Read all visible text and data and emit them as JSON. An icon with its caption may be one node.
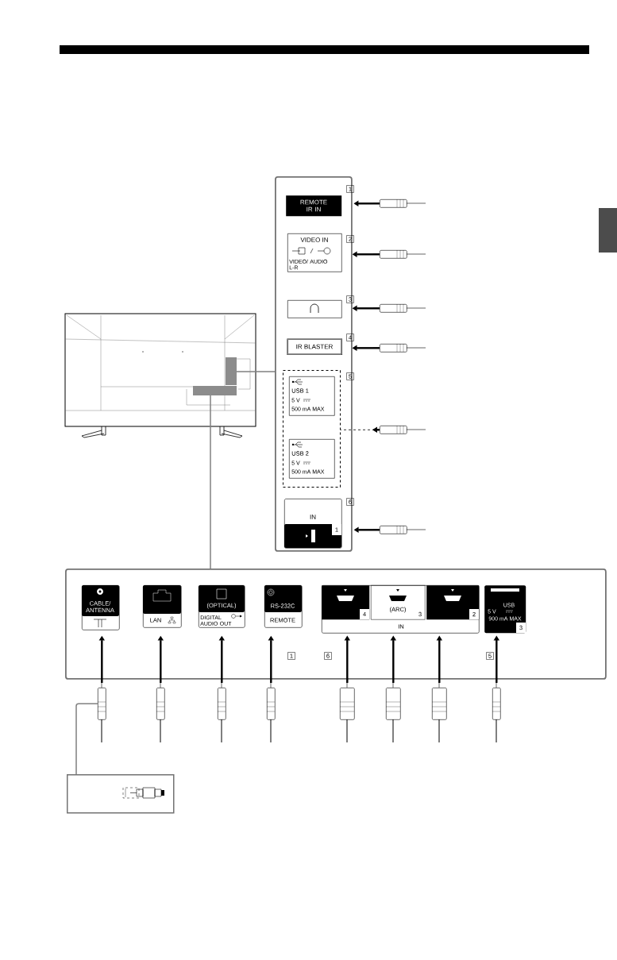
{
  "diagram": {
    "nodes": [
      {
        "text": [],
        "shape": "box"
      },
      {
        "text": [
          "REMOTE IR IN"
        ],
        "in": 0,
        "beside": [
          "1"
        ]
      },
      {
        "text": [
          "VIDEO IN",
          "VIDEO/ AUDIO L-R"
        ],
        "in": 0,
        "beside": [
          "2"
        ]
      },
      {
        "text": [],
        "shape": "box",
        "in": 0,
        "beside": [
          "3"
        ]
      },
      {
        "text": [
          "IR BLASTER"
        ],
        "in": 0,
        "beside": [
          "4"
        ]
      },
      {
        "text": [],
        "shape": "box",
        "in": 0,
        "beside": [
          "5"
        ]
      },
      {
        "text": [
          "USB 1",
          "5 V",
          "500 mA MAX"
        ],
        "in": 5
      },
      {
        "text": [
          "USB 2",
          "5 V",
          "500 mA MAX"
        ],
        "in": 5
      },
      {
        "text": [
          "IN",
          "1"
        ],
        "in": 0,
        "beside": [
          "6"
        ]
      },
      {
        "text": [],
        "shape": "picture"
      },
      {
        "text": [],
        "shape": "box"
      },
      {
        "text": [
          "CABLE/ ANTENNA"
        ],
        "in": 10
      },
      {
        "text": [
          "LAN"
        ],
        "in": 10
      },
      {
        "text": [
          "(OPTICAL)",
          "DIGITAL AUDIO OUT"
        ],
        "in": 10
      },
      {
        "text": [
          "RS-232C",
          "REMOTE"
        ],
        "in": 10
      },
      {
        "text": [
          "IN"
        ],
        "in": 10
      },
      {
        "text": [
          "4"
        ],
        "in": 15
      },
      {
        "text": [
          "(ARC)",
          "3"
        ],
        "in": 15
      },
      {
        "text": [
          "2"
        ],
        "in": 15
      },
      {
        "text": [
          "USB",
          "5 V",
          "900 mA MAX",
          "3"
        ],
        "in": 10
      },
      {
        "text": [],
        "shape": "plug"
      },
      {
        "text": [],
        "shape": "plug"
      },
      {
        "text": [],
        "shape": "plug"
      },
      {
        "text": [],
        "shape": "plug"
      },
      {
        "text": [],
        "shape": "plug"
      },
      {
        "text": [],
        "shape": "plug"
      },
      {
        "text": [],
        "shape": "plug"
      },
      {
        "text": [],
        "shape": "plug"
      },
      {
        "text": [],
        "shape": "plug"
      },
      {
        "text": [],
        "shape": "plug"
      },
      {
        "text": [],
        "shape": "plug"
      },
      {
        "text": [],
        "shape": "plug"
      },
      {
        "text": [],
        "shape": "plug"
      },
      {
        "text": [],
        "shape": "plug"
      },
      {
        "text": [],
        "shape": "box"
      }
    ],
    "edges": [
      {
        "from": 9,
        "to": 0,
        "arrow": "none",
        "color": "#808080"
      },
      {
        "from": 9,
        "to": 10,
        "arrow": "none",
        "color": "#808080"
      },
      {
        "from": 20,
        "to": 1,
        "arrow": "to"
      },
      {
        "from": 21,
        "to": 2,
        "arrow": "to"
      },
      {
        "from": 22,
        "to": 3,
        "arrow": "to"
      },
      {
        "from": 23,
        "to": 4,
        "arrow": "to"
      },
      {
        "from": 24,
        "to": 5,
        "arrow": "to",
        "style": "dashed"
      },
      {
        "from": 25,
        "to": 8,
        "arrow": "to"
      },
      {
        "from": 26,
        "to": 11,
        "arrow": "to"
      },
      {
        "from": 27,
        "to": 12,
        "arrow": "to"
      },
      {
        "from": 28,
        "to": 13,
        "arrow": "to"
      },
      {
        "from": 29,
        "to": 14,
        "arrow": "to"
      },
      {
        "from": 30,
        "to": 16,
        "arrow": "to"
      },
      {
        "from": 31,
        "to": 17,
        "arrow": "to"
      },
      {
        "from": 32,
        "to": 18,
        "arrow": "to"
      },
      {
        "from": 33,
        "to": 19,
        "arrow": "to"
      },
      {
        "from": 26,
        "to": 34,
        "arrow": "none",
        "color": "#808080"
      }
    ],
    "labels": [
      "1",
      "6",
      "5"
    ]
  }
}
